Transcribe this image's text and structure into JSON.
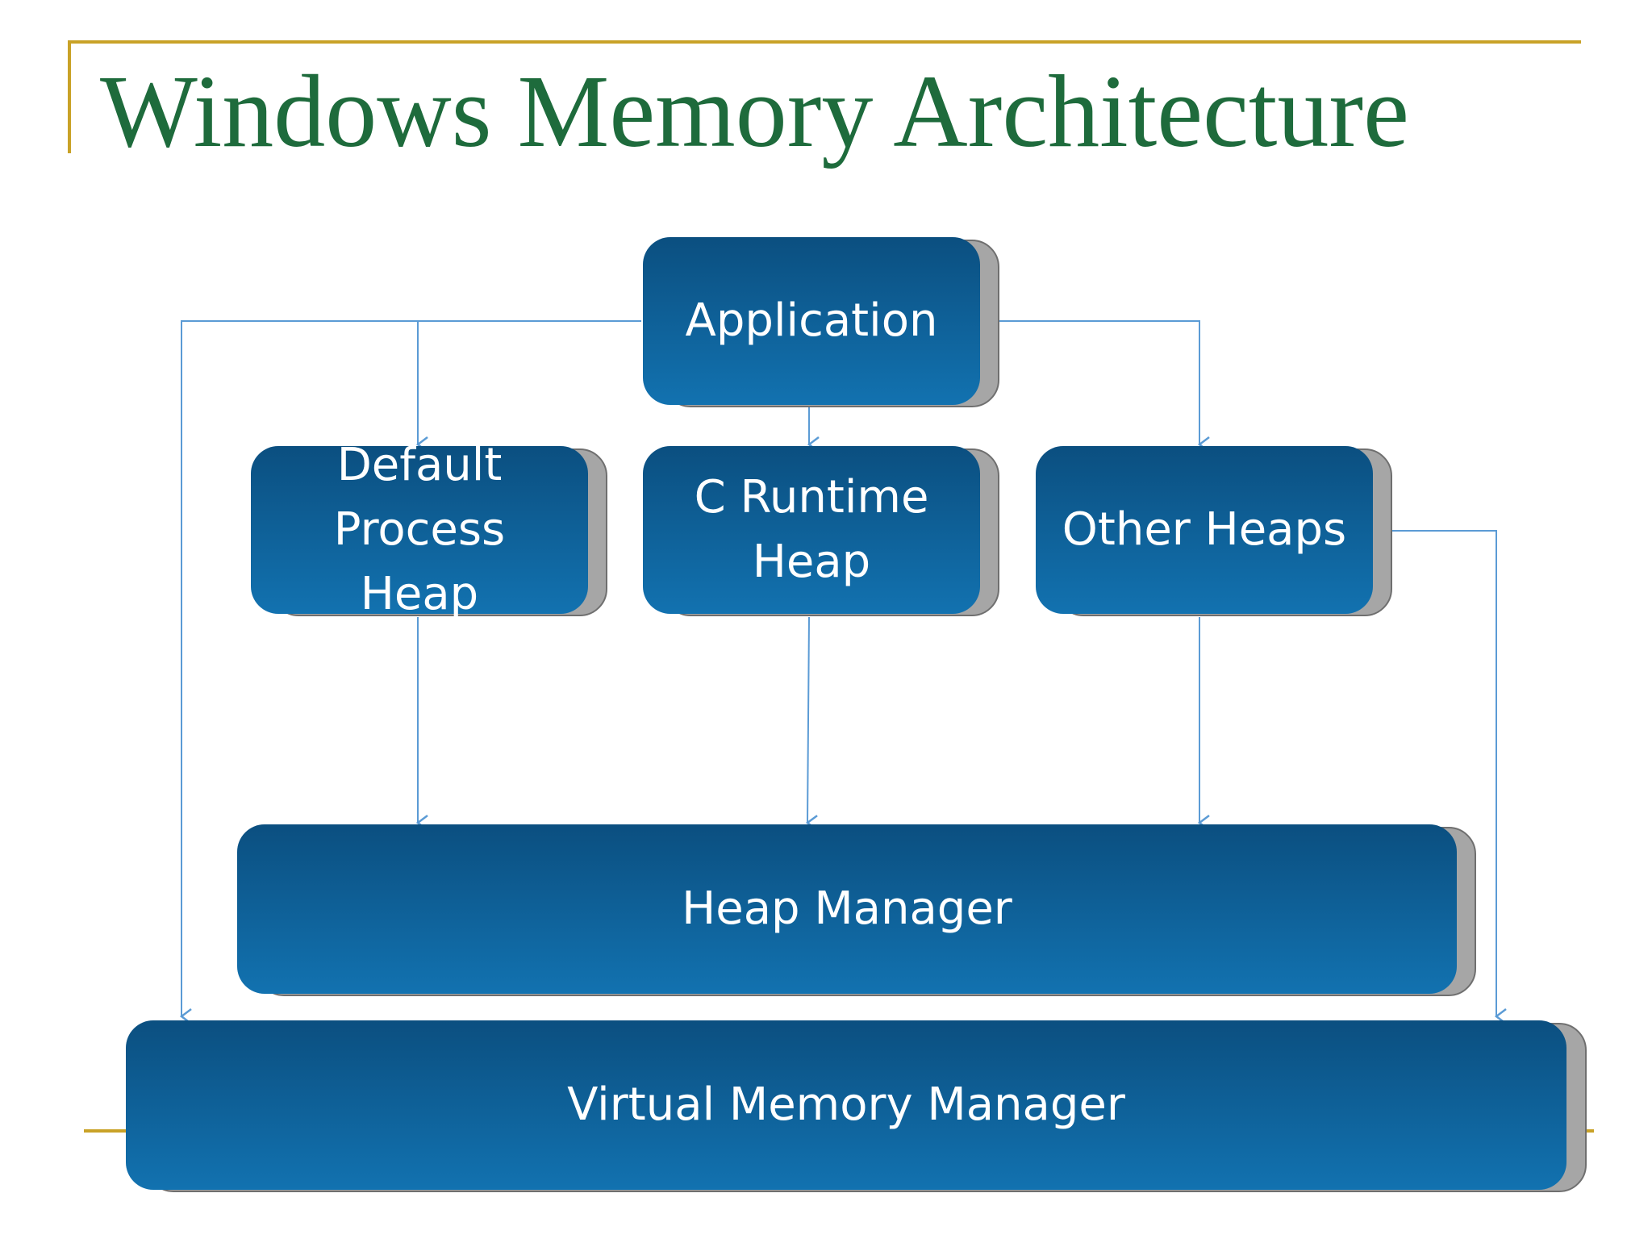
{
  "slide": {
    "title": "Windows Memory Architecture"
  },
  "colors": {
    "title": "#1e6b3c",
    "rule": "#c9a227",
    "box_top": "#0b4f80",
    "box_bottom": "#1272b0",
    "box_shadow": "#a6a6a6",
    "connector": "#5b9bd5"
  },
  "diagram": {
    "nodes": {
      "application": {
        "label": "Application"
      },
      "default_heap": {
        "label": "Default\nProcess\nHeap"
      },
      "crt_heap": {
        "label": "C Runtime\nHeap"
      },
      "other_heaps": {
        "label": "Other Heaps"
      },
      "heap_manager": {
        "label": "Heap Manager"
      },
      "vmm": {
        "label": "Virtual Memory Manager"
      }
    }
  }
}
